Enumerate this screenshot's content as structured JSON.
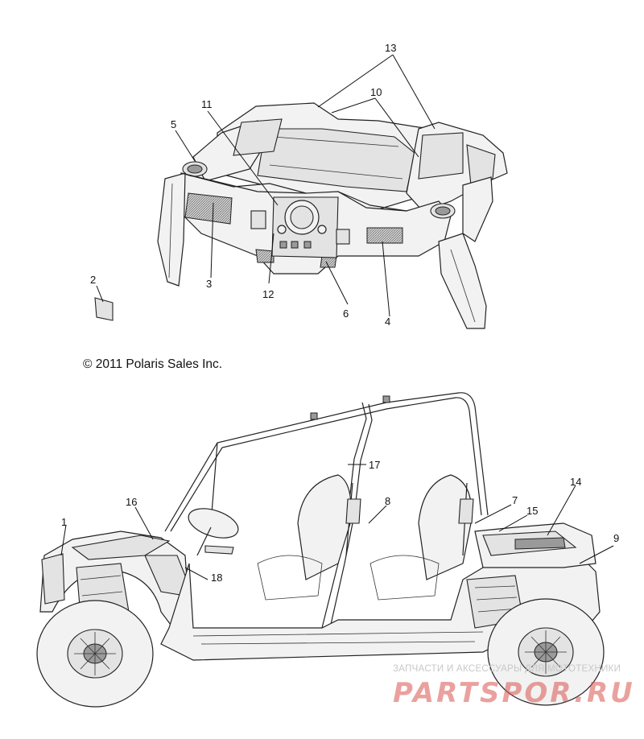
{
  "callouts": {
    "c1": "1",
    "c2": "2",
    "c3": "3",
    "c4": "4",
    "c5": "5",
    "c6": "6",
    "c7": "7",
    "c8": "8",
    "c9": "9",
    "c10": "10",
    "c11": "11",
    "c12": "12",
    "c13": "13",
    "c14": "14",
    "c15": "15",
    "c16": "16",
    "c17": "17",
    "c18": "18"
  },
  "copyright": "© 2011 Polaris Sales Inc.",
  "watermark": {
    "subtitle": "ЗАПЧАСТИ И АКСЕССУАРЫ ДЛЯ МОТОТЕХНИКИ",
    "logo": "PARTSPOR.RU"
  },
  "colors": {
    "line": "#222222",
    "watermark_logo": "#d9534f",
    "watermark_text": "#c8c8c8"
  }
}
